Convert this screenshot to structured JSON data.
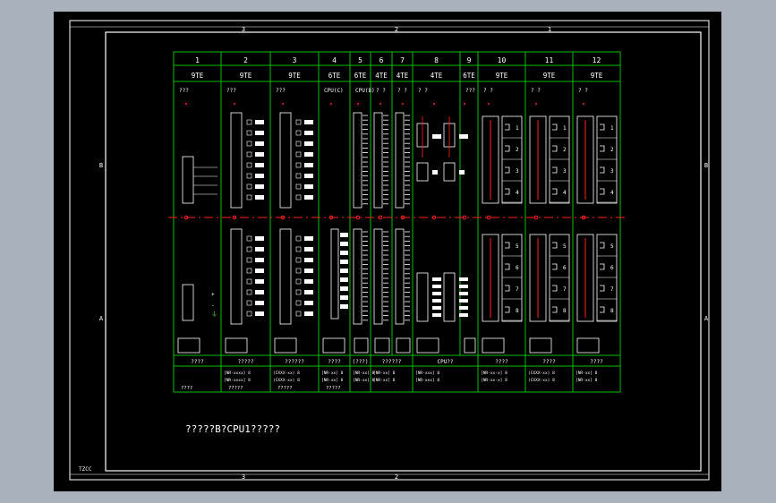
{
  "colors": {
    "background": "#a9b1bd",
    "sheet": "#000000",
    "frame": "#ffffff",
    "grid": "#00c000",
    "accent": "#ff2020"
  },
  "frame": {
    "zones_top": [
      "3",
      "2",
      "1"
    ],
    "zones_bottom": [
      "3",
      "2"
    ],
    "zones_side": [
      "B",
      "A"
    ]
  },
  "columns": [
    {
      "num": "12",
      "width": "9TE",
      "name": "? ?"
    },
    {
      "num": "11",
      "width": "9TE",
      "name": "? ?"
    },
    {
      "num": "10",
      "width": "9TE",
      "name": "? ?"
    },
    {
      "num": "9",
      "width": "6TE",
      "name": "???"
    },
    {
      "num": "8",
      "width": "4TE",
      "name": "? ?"
    },
    {
      "num": "7",
      "width": "4TE",
      "name": "? ?"
    },
    {
      "num": "6",
      "width": "4TE",
      "name": "? ?"
    },
    {
      "num": "5",
      "width": "6TE",
      "name": "CPU(B)"
    },
    {
      "num": "4",
      "width": "6TE",
      "name": "CPU(C)"
    },
    {
      "num": "3",
      "width": "9TE",
      "name": "???"
    },
    {
      "num": "2",
      "width": "9TE",
      "name": "???"
    },
    {
      "num": "1",
      "width": "9TE",
      "name": "???"
    }
  ],
  "footer": [
    {
      "label": "????",
      "code": "",
      "sub": "????"
    },
    {
      "label": "?????",
      "code": "[NR-xxxx] 8",
      "sub": "?????"
    },
    {
      "label": "??????",
      "code": "(CXXX-xx) 8",
      "sub": "?????"
    },
    {
      "label": "????",
      "code": "[NR-xx] 8",
      "sub": "?????"
    },
    {
      "label": "(???)",
      "code": "[NR-xx] 8",
      "sub": ""
    },
    {
      "label": "??????",
      "code": "[NR-xx] 8",
      "sub": ""
    },
    {
      "label": "CPU??",
      "code": "[NR-xxx] 8",
      "sub": ""
    },
    {
      "label": "????",
      "code": "[NR-xx-x] 8",
      "sub": ""
    },
    {
      "label": "????",
      "code": "(CXXX-xx) 8",
      "sub": ""
    },
    {
      "label": "????",
      "code": "[NR-xx] 8",
      "sub": ""
    }
  ],
  "caption": "?????B?CPU1?????",
  "stamp": "TZCC"
}
